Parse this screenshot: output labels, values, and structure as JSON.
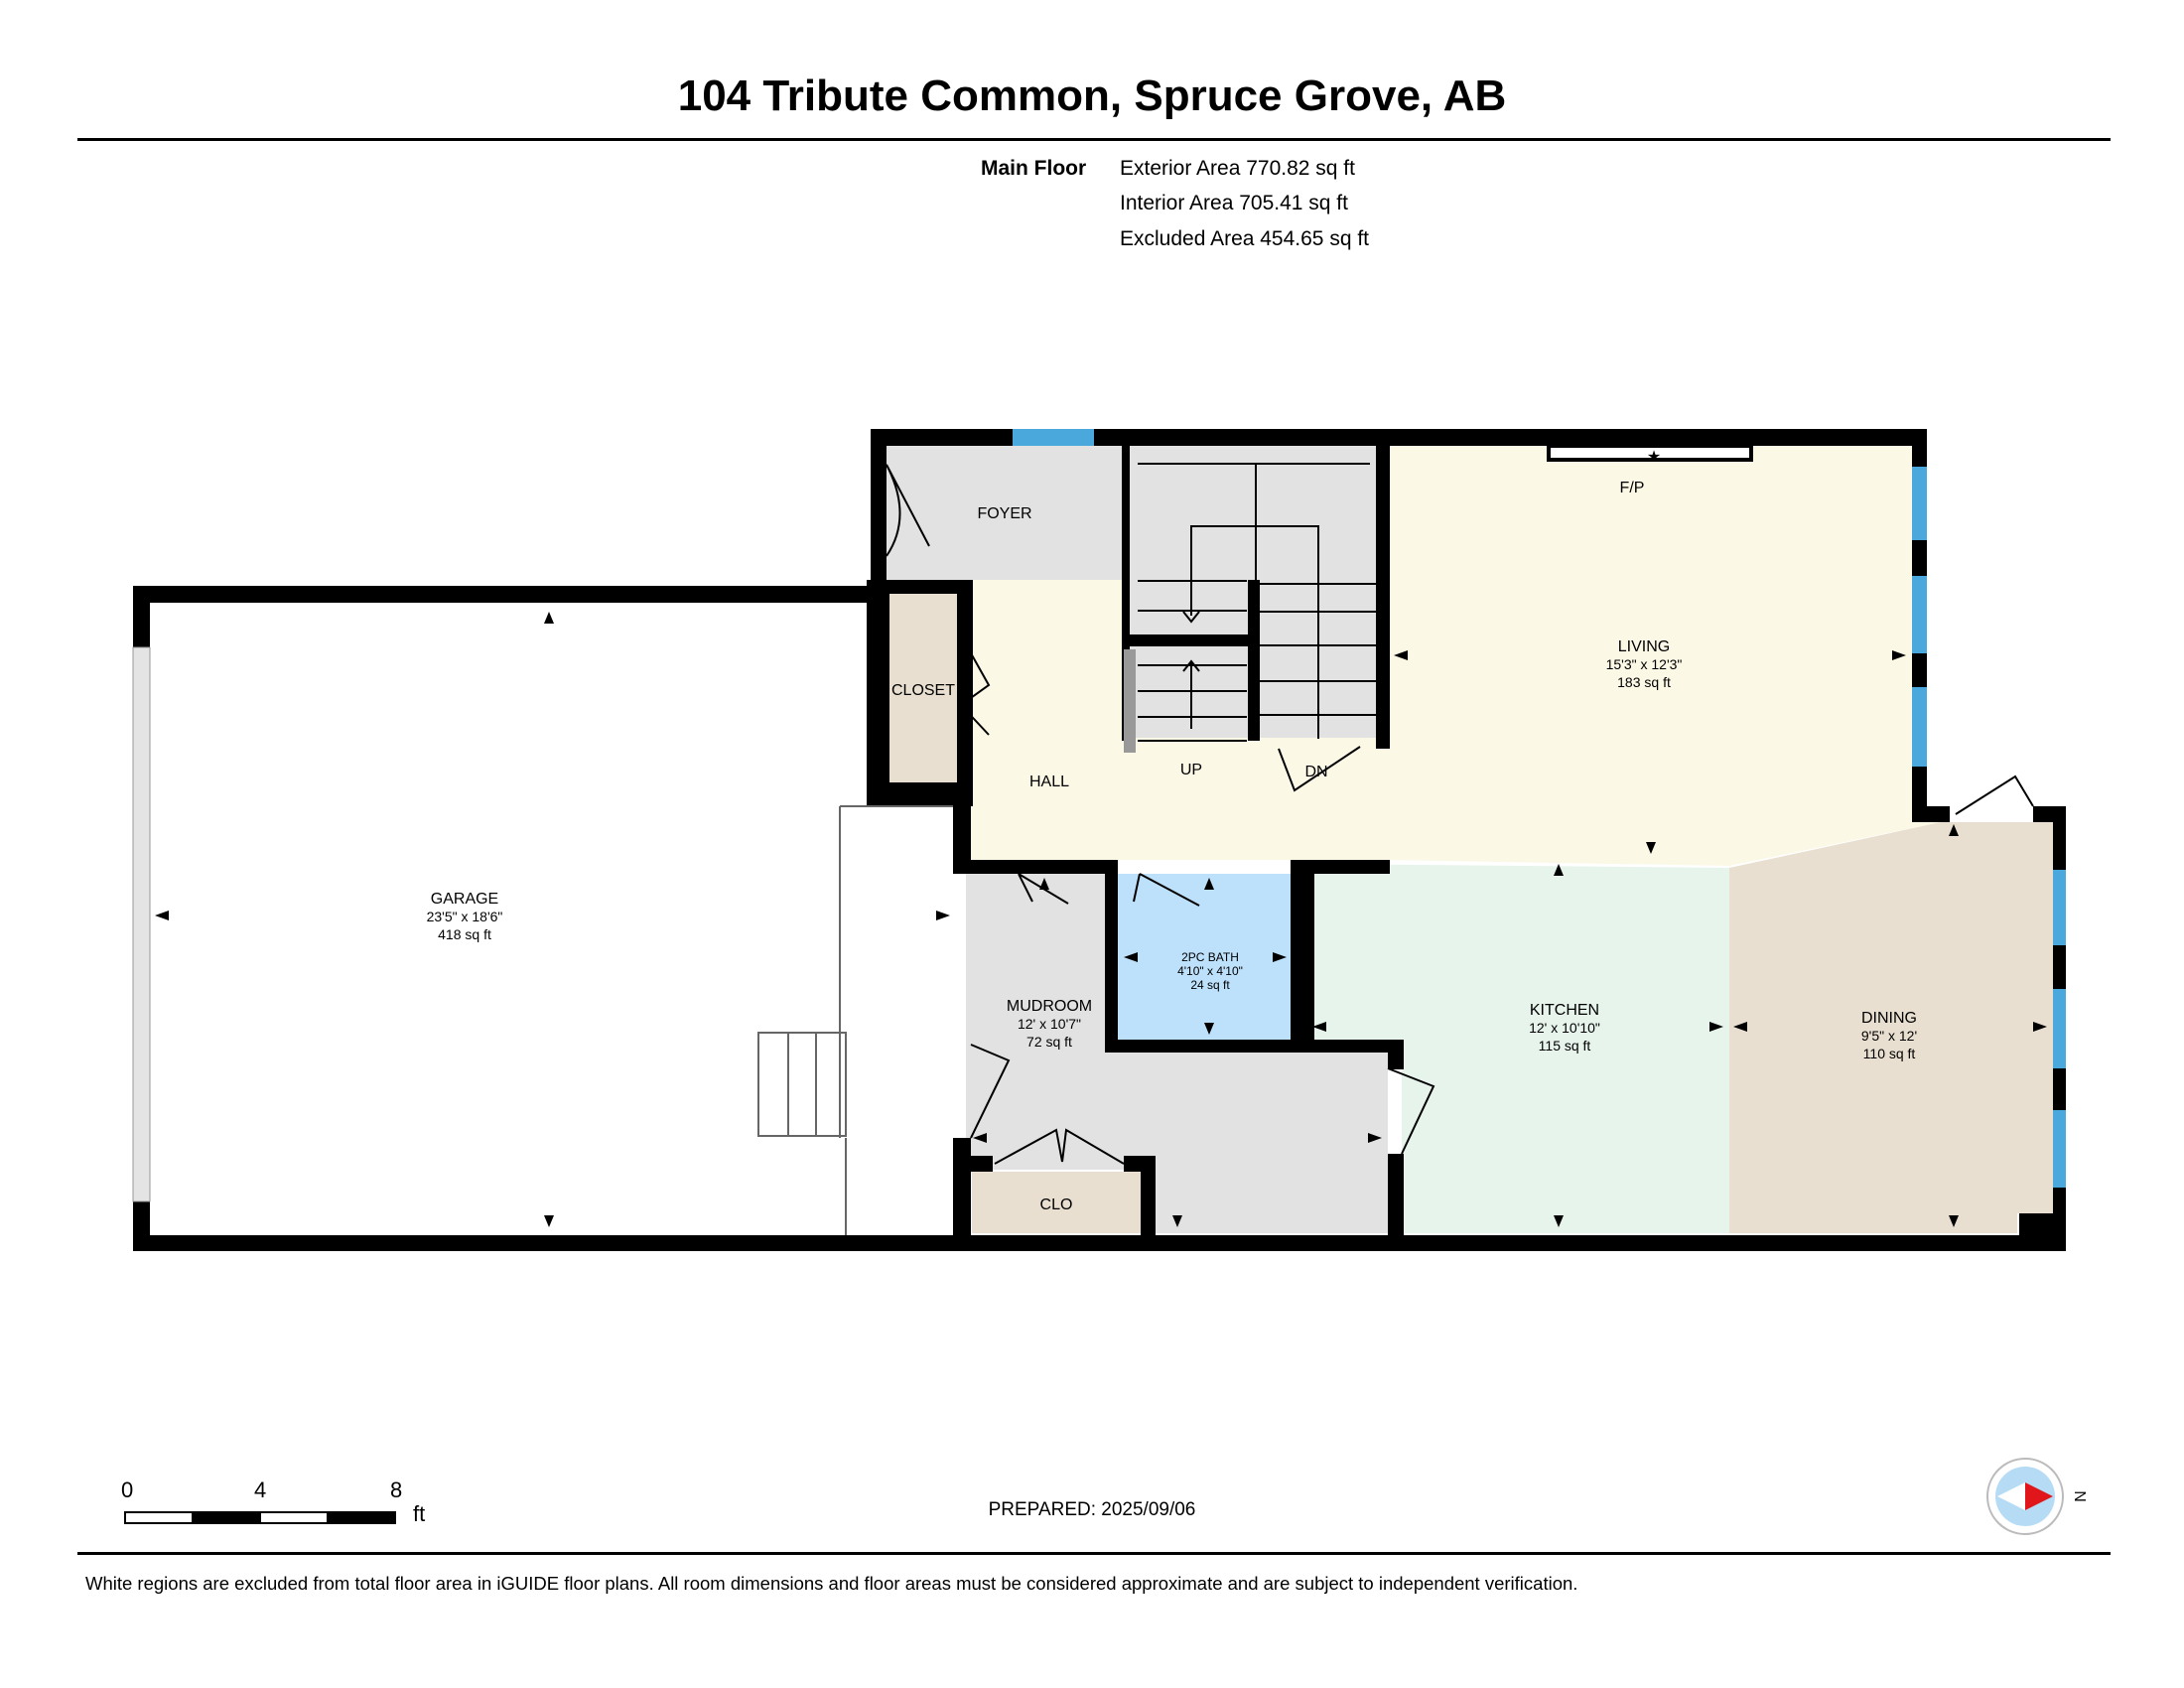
{
  "header": {
    "title": "104 Tribute Common, Spruce Grove, AB",
    "floor_name": "Main Floor",
    "exterior_area": "Exterior Area 770.82 sq ft",
    "interior_area": "Interior Area 705.41 sq ft",
    "excluded_area": "Excluded Area 454.65 sq ft"
  },
  "rooms": {
    "foyer": {
      "name": "FOYER"
    },
    "closet": {
      "name": "CLOSET"
    },
    "hall": {
      "name": "HALL"
    },
    "stairs_up": "UP",
    "stairs_down": "DN",
    "living": {
      "name": "LIVING",
      "dims": "15'3\" x 12'3\"",
      "area": "183 sq ft"
    },
    "fireplace": "F/P",
    "garage": {
      "name": "GARAGE",
      "dims": "23'5\" x 18'6\"",
      "area": "418 sq ft"
    },
    "mudroom": {
      "name": "MUDROOM",
      "dims": "12' x 10'7\"",
      "area": "72 sq ft"
    },
    "bath": {
      "name": "2PC BATH",
      "dims": "4'10\" x 4'10\"",
      "area": "24 sq ft"
    },
    "kitchen": {
      "name": "KITCHEN",
      "dims": "12' x 10'10\"",
      "area": "115 sq ft"
    },
    "dining": {
      "name": "DINING",
      "dims": "9'5\" x 12'",
      "area": "110 sq ft"
    },
    "clo": {
      "name": "CLO"
    }
  },
  "colors": {
    "wall": "#000000",
    "hall_living": "#fcf8e6",
    "foyer_stairs_mud": "#e2e2e2",
    "closet": "#e8dfd0",
    "bath": "#bde0fb",
    "kitchen": "#e7f4ec",
    "dining": "#e8dfd0",
    "window": "#4aa8dc"
  },
  "scale": {
    "ticks": [
      "0",
      "4",
      "8"
    ],
    "unit": "ft"
  },
  "compass": {
    "label": "N",
    "icon": "compass-icon"
  },
  "footer": {
    "prepared": "PREPARED: 2025/09/06",
    "disclaimer": "White regions are excluded from total floor area in iGUIDE floor plans. All room dimensions and floor areas must be considered approximate and are subject to independent verification."
  }
}
